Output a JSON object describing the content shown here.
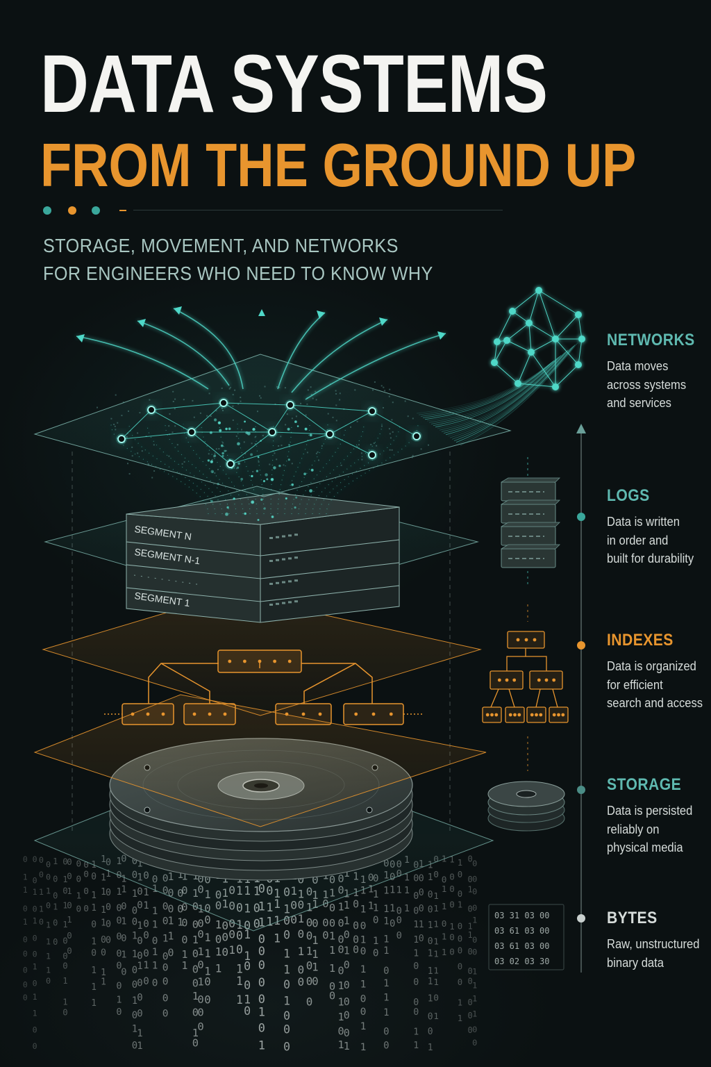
{
  "header": {
    "title": "DATA SYSTEMS",
    "subtitle": "FROM THE GROUND UP",
    "tagline_lines": [
      "STORAGE, MOVEMENT, AND NETWORKS",
      "FOR ENGINEERS WHO NEED TO KNOW WHY"
    ]
  },
  "colors": {
    "background": "#0b1112",
    "teal": "#4fd8c8",
    "teal_muted": "#5f9a95",
    "orange": "#e8952e",
    "title_white": "#f4f4f1",
    "tagline": "#a9c7c2"
  },
  "segments": [
    "SEGMENT N",
    "SEGMENT N-1",
    "SEGMENT 1"
  ],
  "layers": [
    {
      "id": "networks",
      "label": "NETWORKS",
      "color": "#5fb9b0",
      "lines": [
        "Data moves",
        "across systems",
        "and services"
      ],
      "icon": "network-globe-icon"
    },
    {
      "id": "logs",
      "label": "LOGS",
      "color": "#5fb9b0",
      "lines": [
        "Data is written",
        "in order and",
        "built for durability"
      ],
      "icon": "log-stack-icon"
    },
    {
      "id": "indexes",
      "label": "INDEXES",
      "color": "#e8952e",
      "lines": [
        "Data is organized",
        "for efficient",
        "search and access"
      ],
      "icon": "tree-index-icon"
    },
    {
      "id": "storage",
      "label": "STORAGE",
      "color": "#5fb9b0",
      "lines": [
        "Data is persisted",
        "reliably on",
        "physical media"
      ],
      "icon": "disk-platter-icon"
    },
    {
      "id": "bytes",
      "label": "BYTES",
      "color": "#d6dcda",
      "lines": [
        "Raw, unstructured",
        "binary data"
      ],
      "icon": "binary-grid-icon"
    }
  ],
  "bytes_icon_rows": [
    "03 31 03 00",
    "03 61 03 00",
    "03 61 03 00",
    "03 02 03 30"
  ]
}
